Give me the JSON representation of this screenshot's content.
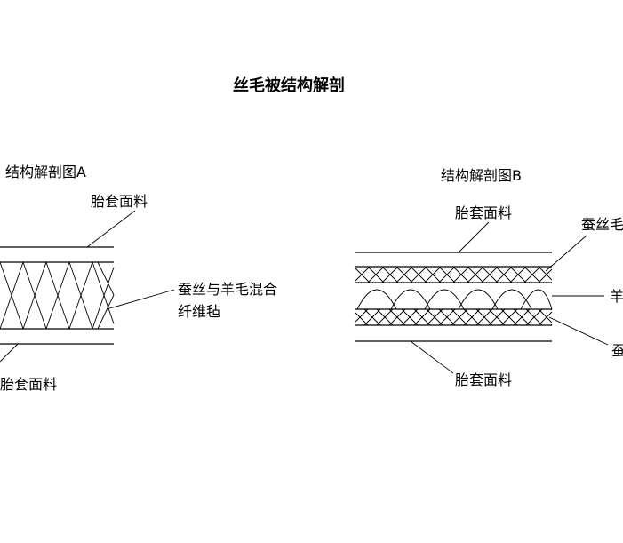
{
  "title": "丝毛被结构解剖",
  "diagram_a": {
    "heading": "结构解剖图A",
    "cover_top": "胎套面料",
    "filling_line1": "蚕丝与羊毛混合",
    "filling_line2": "纤维毡",
    "cover_bottom": "胎套面料"
  },
  "diagram_b": {
    "heading": "结构解剖图B",
    "cover_top": "胎套面料",
    "layer_top_label": "蚕丝毛",
    "layer_middle_label": "羊",
    "layer_bottom_label": "蚕",
    "cover_bottom": "胎套面料"
  }
}
